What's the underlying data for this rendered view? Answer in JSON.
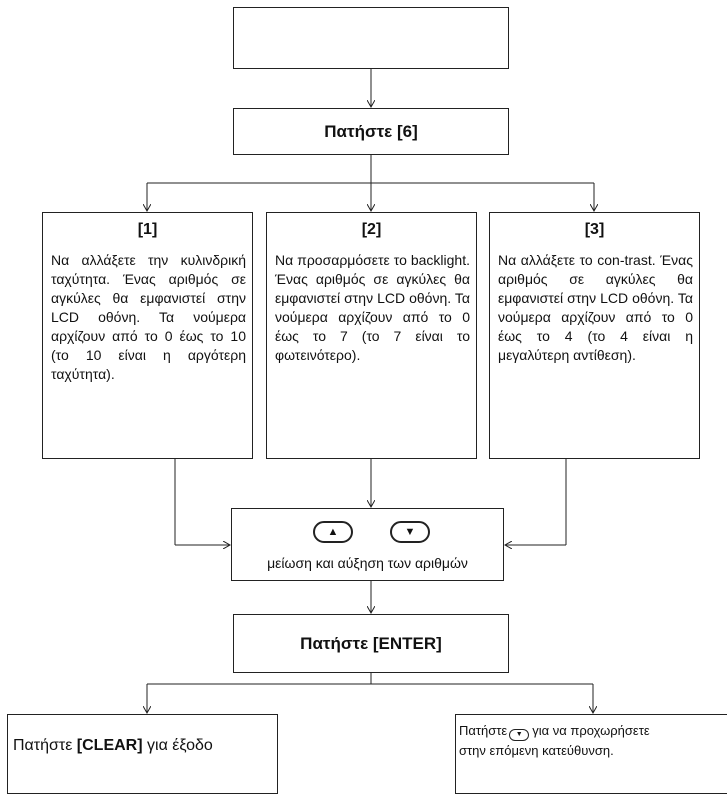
{
  "top_box": {
    "text": ""
  },
  "press6": {
    "label": "Πατήστε [6]"
  },
  "options": [
    {
      "title": "[1]",
      "html": "Να αλλάξετε την κυλινδρική ταχύτητα. Ένας αριθμός σε αγκύλες θα εμφανιστεί στην LCD οθόνη. Τα νούμερα αρχίζουν από το 0 έως το 10 (το 10 είναι η αργότερη ταχύτητα)."
    },
    {
      "title": "[2]",
      "html": "Να προσαρμόσετε το backlight. Ένας αριθμός σε αγκύλες θα εμφανιστεί στην LCD οθόνη. Τα νούμερα αρχίζουν από το 0 έως το 7 (το 7 είναι το φωτεινότερο)."
    },
    {
      "title": "[3]",
      "html": "Να αλλάξετε το con-trast. Ένας αριθμός σε αγκύλες θα εμφανιστεί στην LCD οθόνη. Τα νούμερα αρχίζουν από το 0 έως το 4 (το 4 είναι η μεγαλύτερη αντίθεση)."
    }
  ],
  "keys": {
    "up_icon": "▲",
    "down_icon": "▼",
    "label": "μείωση και αύξηση των αριθμών"
  },
  "enter": {
    "label": "Πατήστε [ENTER]"
  },
  "clear": {
    "prefix": "Πατήστε ",
    "key": "[CLEAR]",
    "suffix": " για έξοδο"
  },
  "next": {
    "prefix": "Πατήστε",
    "key_icon": "▼",
    "line1_rest": "για να προχωρήσετε",
    "line2": "στην επόμενη κατεύθυνση."
  }
}
